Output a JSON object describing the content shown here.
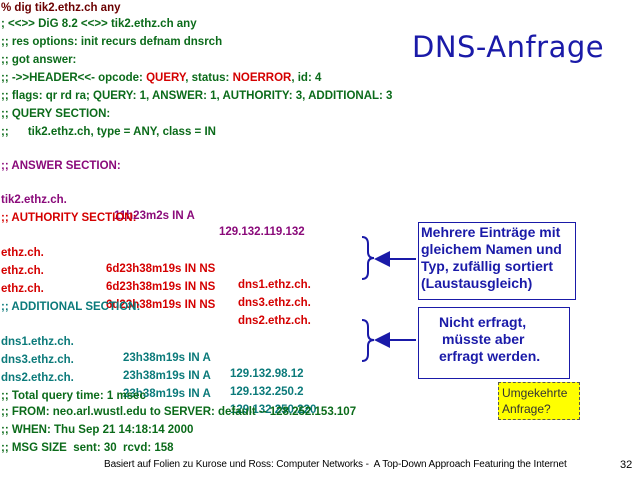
{
  "title": "DNS-Anfrage",
  "command_lines": [
    "% dig tik2.ethz.ch any",
    "; <<>> DiG 8.2 <<>> tik2.ethz.ch any",
    ";; res options: init recurs defnam dnsrch",
    ";; got answer:"
  ],
  "header_line": {
    "prefix": ";; ->>HEADER<<- opcode: ",
    "opcode": "QUERY",
    "mid": ", status: ",
    "status": "NOERROR",
    "suffix": ", id: 4"
  },
  "flags_line": ";; flags: qr rd ra; QUERY: 1, ANSWER: 1, AUTHORITY: 3, ADDITIONAL: 3",
  "question": {
    "header": ";; QUERY SECTION:",
    "line": ";;      tik2.ethz.ch, type = ANY, class = IN"
  },
  "answer": {
    "header": ";; ANSWER SECTION:",
    "rows": [
      {
        "name": "tik2.ethz.ch.",
        "ttl": "11h23m2s IN A",
        "value": "129.132.119.132"
      }
    ]
  },
  "authority": {
    "header": ";; AUTHORITY SECTION:",
    "rows": [
      {
        "name": "ethz.ch.",
        "ttl": "6d23h38m19s IN NS",
        "value": "dns1.ethz.ch."
      },
      {
        "name": "ethz.ch.",
        "ttl": "6d23h38m19s IN NS",
        "value": "dns3.ethz.ch."
      },
      {
        "name": "ethz.ch.",
        "ttl": "6d23h38m19s IN NS",
        "value": "dns2.ethz.ch."
      }
    ]
  },
  "additional": {
    "header": ";; ADDITIONAL SECTION:",
    "rows": [
      {
        "name": "dns1.ethz.ch.",
        "ttl": "23h38m19s IN A",
        "value": "129.132.98.12"
      },
      {
        "name": "dns3.ethz.ch.",
        "ttl": "23h38m19s IN A",
        "value": "129.132.250.2"
      },
      {
        "name": "dns2.ethz.ch.",
        "ttl": "23h38m19s IN A",
        "value": "129.132.250.220"
      }
    ]
  },
  "stats": [
    ";; Total query time: 1 msec",
    ";; FROM: neo.arl.wustl.edu to SERVER: default -- 128.252.153.107",
    ";; WHEN: Thu Sep 21 14:18:14 2000",
    ";; MSG SIZE  sent: 30  rcvd: 158"
  ],
  "callout_authority": [
    "Mehrere Einträge mit",
    "gleichem Namen und",
    "Typ, zufällig sortiert",
    "(Laustausgleich)"
  ],
  "callout_additional": [
    "Nicht erfragt,",
    "müsste aber",
    "erfragt werden."
  ],
  "note": [
    "Umgekehrte",
    "Anfrage?"
  ],
  "footer": "Basiert auf Folien zu Kurose und Ross: Computer Networks -  A Top-Down Approach Featuring the Internet",
  "page_number": "32",
  "colors": {
    "green": "#0b6b1a",
    "red": "#d40000",
    "blue": "#1a1aa8",
    "purple": "#8a0a7a",
    "teal": "#0b7a7a",
    "note_bg": "#ffff00"
  }
}
